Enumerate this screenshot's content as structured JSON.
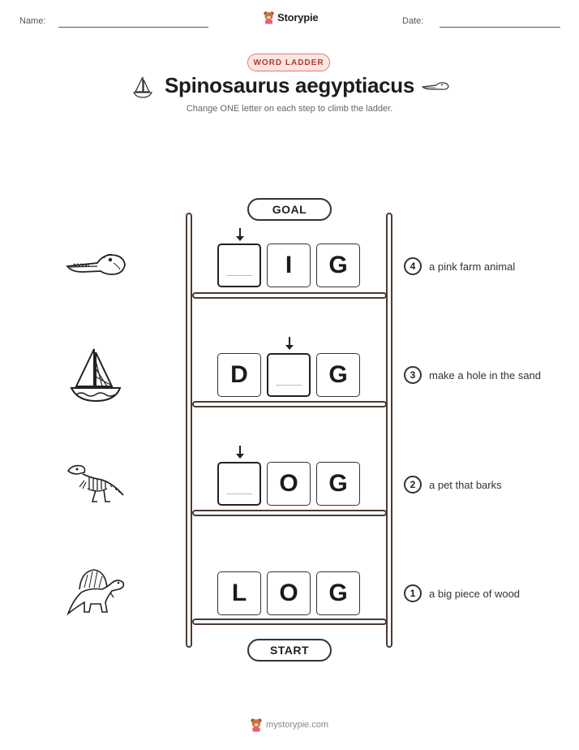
{
  "header": {
    "name_label": "Name:",
    "date_label": "Date:",
    "brand": "Storypie"
  },
  "badge": "WORD LADDER",
  "title": "Spinosaurus aegyptiacus",
  "subtitle": "Change ONE letter on each step to climb the ladder.",
  "ladder": {
    "goal_label": "GOAL",
    "start_label": "START",
    "rows": [
      {
        "number": "4",
        "clue": "a pink farm animal",
        "letters": [
          "",
          "I",
          "G"
        ],
        "blank_index": 0,
        "icon": "crocodile-icon"
      },
      {
        "number": "3",
        "clue": "make a hole in the sand",
        "letters": [
          "D",
          "",
          "G"
        ],
        "blank_index": 1,
        "icon": "sailboat-icon"
      },
      {
        "number": "2",
        "clue": "a pet that barks",
        "letters": [
          "",
          "O",
          "G"
        ],
        "blank_index": 0,
        "icon": "dinosaur-skeleton-icon"
      },
      {
        "number": "1",
        "clue": "a big piece of wood",
        "letters": [
          "L",
          "O",
          "G"
        ],
        "blank_index": -1,
        "icon": "spinosaurus-icon"
      }
    ]
  },
  "footer": {
    "site": "mystorypie.com"
  },
  "colors": {
    "badge_border": "#e07a6e",
    "badge_fill": "#fce6e2",
    "badge_text": "#b03a2e",
    "ladder": "#4a3b33"
  }
}
